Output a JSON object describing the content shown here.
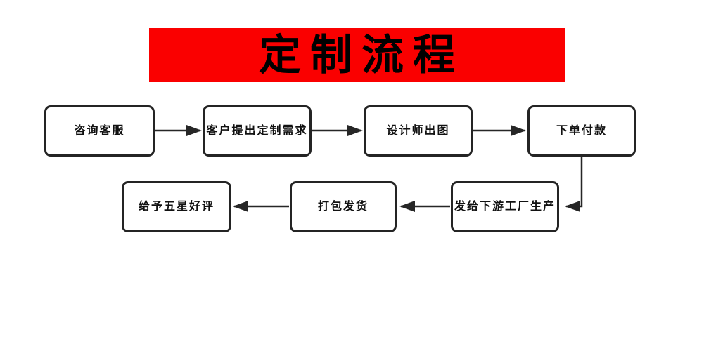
{
  "banner": {
    "title": "定制流程"
  },
  "colors": {
    "banner_bg": "#fa0000",
    "banner_text": "#000000",
    "box_fill": "#ffffff",
    "box_border": "#242424",
    "arrow": "#262626",
    "page_bg": "#ffffff"
  },
  "nodes": [
    {
      "id": "step-1",
      "label": "咨询客服"
    },
    {
      "id": "step-2",
      "label": "客户提出定制需求"
    },
    {
      "id": "step-3",
      "label": "设计师出图"
    },
    {
      "id": "step-4",
      "label": "下单付款"
    },
    {
      "id": "step-5",
      "label": "发给下游工厂生产"
    },
    {
      "id": "step-6",
      "label": "打包发货"
    },
    {
      "id": "step-7",
      "label": "给予五星好评"
    }
  ],
  "edges": [
    {
      "from": "咨询客服",
      "to": "客户提出定制需求"
    },
    {
      "from": "客户提出定制需求",
      "to": "设计师出图"
    },
    {
      "from": "设计师出图",
      "to": "下单付款"
    },
    {
      "from": "下单付款",
      "to": "发给下游工厂生产"
    },
    {
      "from": "发给下游工厂生产",
      "to": "打包发货"
    },
    {
      "from": "打包发货",
      "to": "给予五星好评"
    }
  ]
}
